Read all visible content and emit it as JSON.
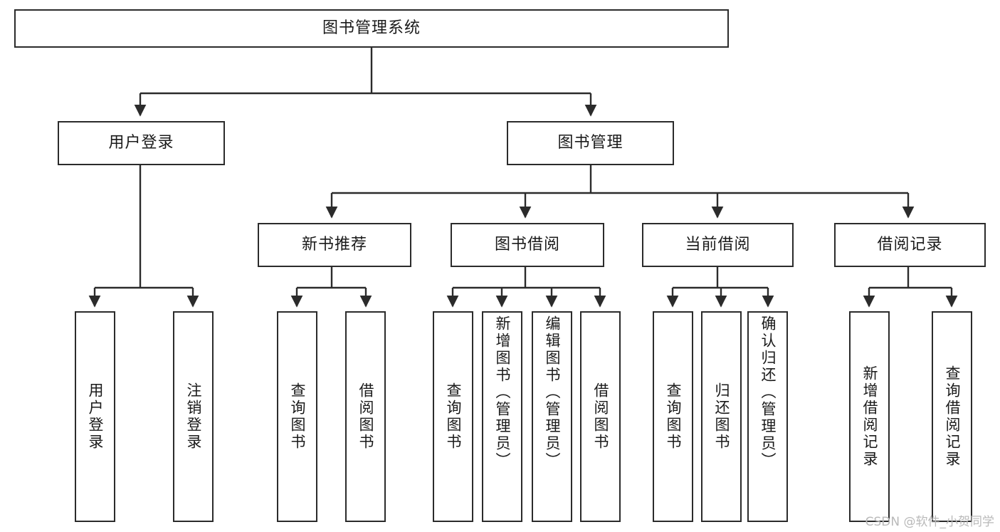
{
  "diagram": {
    "title": "图书管理系统",
    "type": "tree",
    "watermark": "CSDN @软件_小贺同学",
    "colors": {
      "box_border": "#2b2b2b",
      "box_fill": "#ffffff",
      "line": "#2b2b2b",
      "text": "#1a1a1a",
      "watermark": "#b9b9b9"
    },
    "root": {
      "label": "图书管理系统"
    },
    "level2": [
      {
        "label": "用户登录"
      },
      {
        "label": "图书管理"
      }
    ],
    "level3": [
      {
        "label": "新书推荐"
      },
      {
        "label": "图书借阅"
      },
      {
        "label": "当前借阅"
      },
      {
        "label": "借阅记录"
      }
    ],
    "leaves": {
      "user_login": [
        {
          "label": "用户登录"
        },
        {
          "label": "注销登录"
        }
      ],
      "new_book_recommend": [
        {
          "label": "查询图书"
        },
        {
          "label": "借阅图书"
        }
      ],
      "book_borrow": [
        {
          "label": "查询图书"
        },
        {
          "label": "新增图书（管理员）"
        },
        {
          "label": "编辑图书（管理员）"
        },
        {
          "label": "借阅图书"
        }
      ],
      "current_borrow": [
        {
          "label": "查询图书"
        },
        {
          "label": "归还图书"
        },
        {
          "label": "确认归还（管理员）"
        }
      ],
      "borrow_record": [
        {
          "label": "新增借阅记录"
        },
        {
          "label": "查询借阅记录"
        }
      ]
    }
  }
}
